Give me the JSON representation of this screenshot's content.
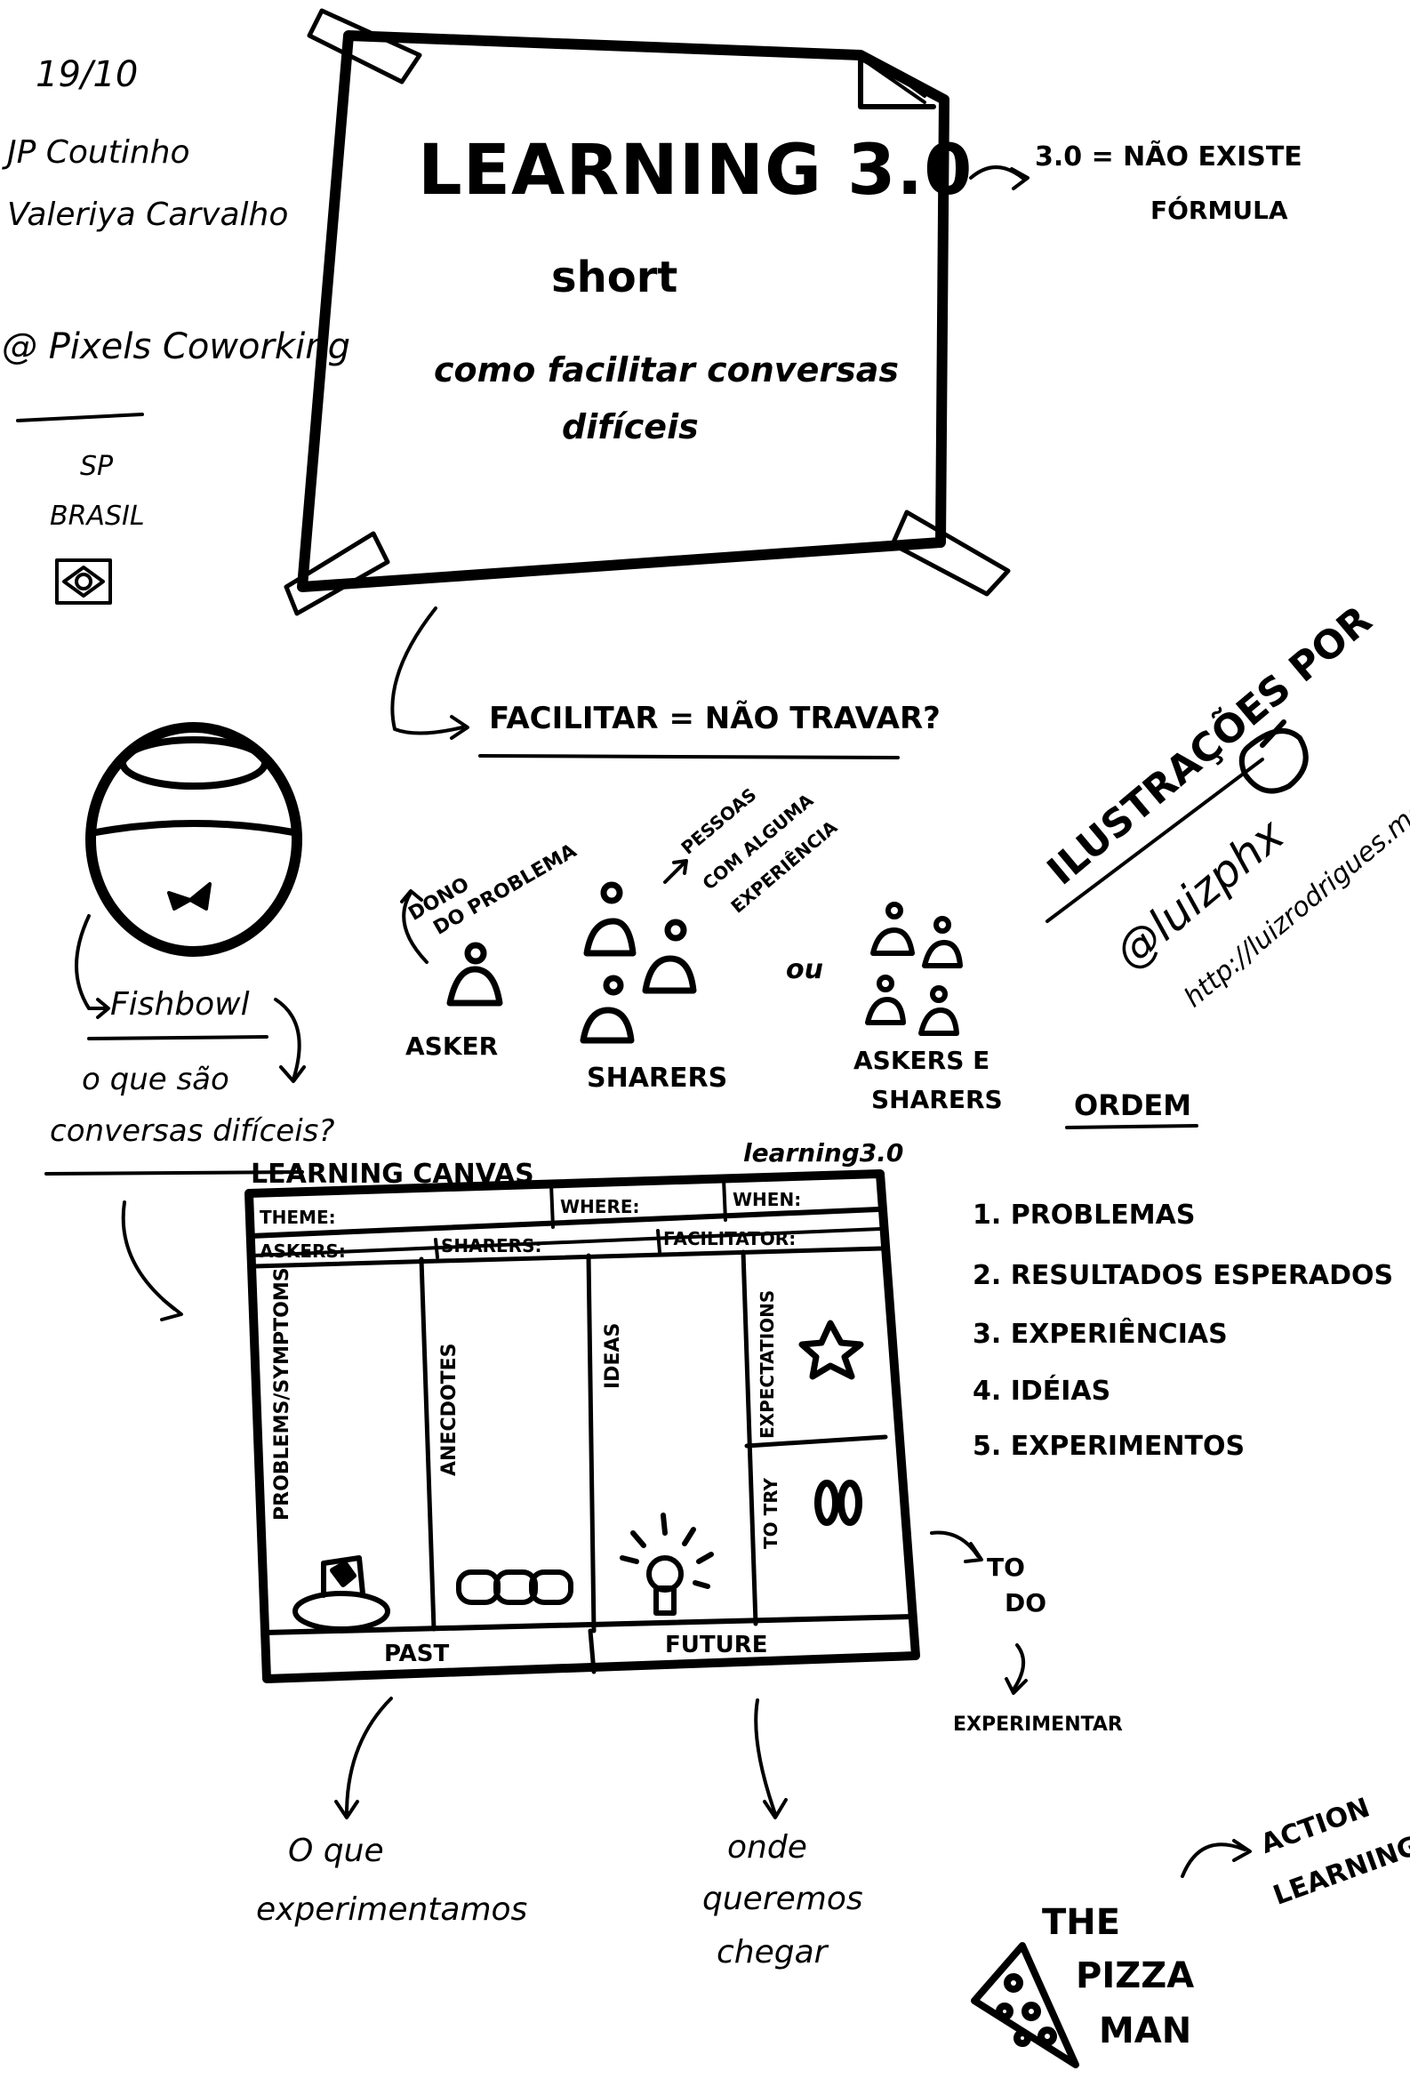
{
  "header": {
    "date": "19/10",
    "speaker_1": "JP Coutinho",
    "speaker_2": "Valeriya Carvalho",
    "venue": "@ Pixels Coworking",
    "city": "SP",
    "country": "BRASIL"
  },
  "poster": {
    "title": "LEARNING 3.0",
    "subtitle": "short",
    "line_1": "como facilitar conversas",
    "line_2": "difíceis"
  },
  "notes": {
    "formula_1": "3.0 = NÃO EXISTE",
    "formula_2": "FÓRMULA",
    "facilitar": "FACILITAR = NÃO TRAVAR?",
    "fishbowl": "Fishbowl",
    "question_1": "o que são",
    "question_2": "conversas difíceis?"
  },
  "roles": {
    "dono_1": "DONO",
    "dono_2": "DO PROBLEMA",
    "pessoas_1": "PESSOAS",
    "pessoas_2": "COM ALGUMA",
    "pessoas_3": "EXPERIÊNCIA",
    "asker": "ASKER",
    "sharers": "SHARERS",
    "or": "ou",
    "askers_sharers_1": "ASKERS E",
    "askers_sharers_2": "SHARERS"
  },
  "credits": {
    "line_1": "ILUSTRAÇÕES POR",
    "handle": "@luizphx",
    "url": "http://luizrodrigues.me"
  },
  "order": {
    "heading": "ORDEM",
    "items": [
      "1. PROBLEMAS",
      "2. RESULTADOS ESPERADOS",
      "3. EXPERIÊNCIAS",
      "4. IDÉIAS",
      "5. EXPERIMENTOS"
    ]
  },
  "canvas": {
    "title": "LEARNING CANVAS",
    "brand": "learning3.0",
    "theme": "THEME:",
    "where": "WHERE:",
    "when": "WHEN:",
    "askers": "ASKERS:",
    "sharers": "SHARERS:",
    "facilitator": "FACILITATOR:",
    "col_problems": "PROBLEMS/SYMPTOMS",
    "col_anecdotes": "ANECDOTES",
    "col_ideas": "IDEAS",
    "col_expectations": "EXPECTATIONS",
    "col_totry": "TO TRY",
    "past": "PAST",
    "future": "FUTURE"
  },
  "bottom": {
    "todo_1": "TO",
    "todo_2": "DO",
    "experimentar": "EXPERIMENTAR",
    "past_note_1": "O que",
    "past_note_2": "experimentamos",
    "future_note_1": "onde",
    "future_note_2": "queremos",
    "future_note_3": "chegar",
    "pizza_1": "THE",
    "pizza_2": "PIZZA",
    "pizza_3": "MAN",
    "action_1": "ACTION",
    "action_2": "LEARNING"
  }
}
